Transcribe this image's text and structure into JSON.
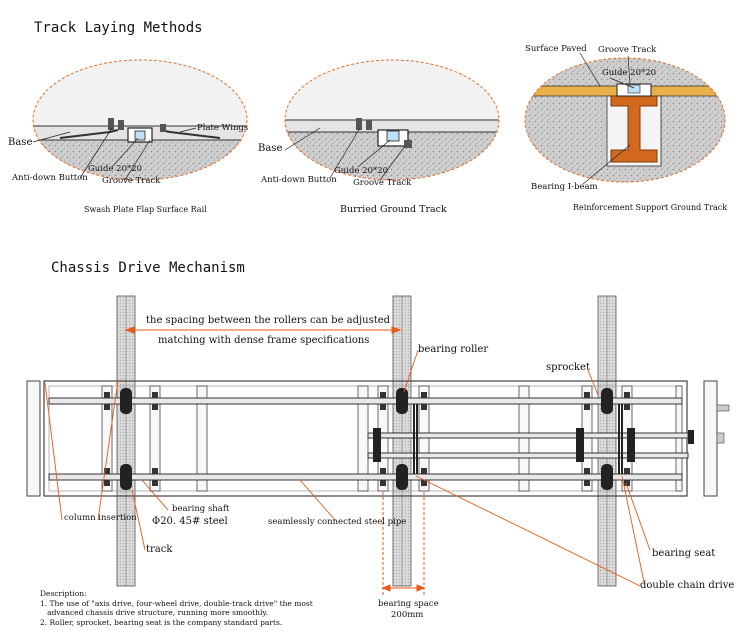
{
  "track_section": {
    "title": "Track Laying Methods",
    "panels": [
      {
        "caption": "Swash Plate Flap Surface Rail",
        "labels": {
          "base": "Base",
          "plate_wings": "Plate Wings",
          "guide": "Guide 20*20",
          "anti_down": "Anti-down Button",
          "groove": "Groove Track"
        }
      },
      {
        "caption": "Burried Ground Track",
        "labels": {
          "base": "Base",
          "guide": "Guide 20*20",
          "anti_down": "Anti-down Button",
          "groove": "Groove Track"
        }
      },
      {
        "caption": "Reinforcement Support Ground Track",
        "labels": {
          "surface": "Surface Paved",
          "groove": "Groove Track",
          "guide": "Guide 20*20",
          "beam": "Bearing I-beam"
        }
      }
    ]
  },
  "chassis_section": {
    "title": "Chassis Drive Mechanism",
    "labels": {
      "spacing_line1": "the spacing between the rollers can be adjusted",
      "spacing_line2": "matching with dense frame specifications",
      "bearing_roller": "bearing roller",
      "sprocket": "sprocket",
      "bearing_shaft": "bearing shaft",
      "shaft_spec": "Φ20. 45# steel",
      "pipe": "seamlessly connected steel pipe",
      "column_insertion": "column insertion",
      "track": "track",
      "bearing_seat": "bearing seat",
      "double_chain": "double chain drive",
      "bearing_space": "bearing space",
      "bearing_space_val": "200mm"
    }
  },
  "description": {
    "heading": "Description:",
    "lines": [
      "1. The use of \"axis drive, four-wheel drive, double-track drive\" the most",
      "   advanced chassis drive structure, running more smoothly.",
      "2. Roller, sprocket, bearing seat is the company standard parts."
    ]
  },
  "colors": {
    "leader": "#e8591a",
    "ellipse_border": "#e0702a",
    "concrete": "#c9c9c9",
    "paved": "#e8b04a",
    "ibeam": "#d2691e",
    "frame": "#333333"
  }
}
